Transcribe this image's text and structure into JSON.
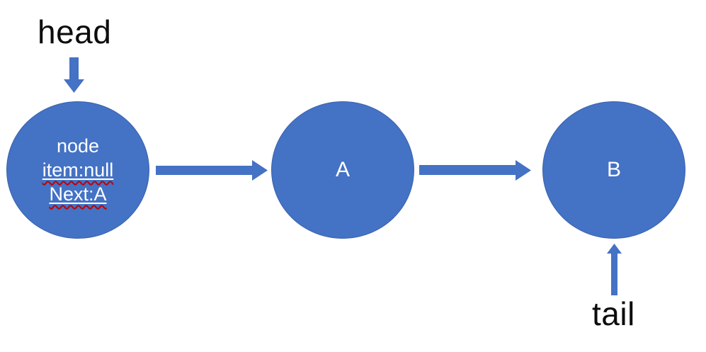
{
  "diagram": {
    "type": "linked-list",
    "background": "#ffffff",
    "labels": {
      "head": "head",
      "tail": "tail"
    },
    "nodes": [
      {
        "id": "head-node",
        "lines": [
          {
            "text": "node",
            "spell_error": false
          },
          {
            "text": "item:null",
            "spell_error": true
          },
          {
            "text": "Next:A",
            "spell_error": true
          }
        ]
      },
      {
        "id": "node-a",
        "label": "A"
      },
      {
        "id": "node-b",
        "label": "B"
      }
    ],
    "arrows": [
      {
        "name": "head-pointer",
        "direction": "down",
        "from": "head-label",
        "to": "head-node"
      },
      {
        "name": "link-1",
        "direction": "right",
        "from": "head-node",
        "to": "node-a"
      },
      {
        "name": "link-2",
        "direction": "right",
        "from": "node-a",
        "to": "node-b"
      },
      {
        "name": "tail-pointer",
        "direction": "up",
        "from": "tail-label",
        "to": "node-b"
      }
    ],
    "colors": {
      "node_fill": "#4472C4",
      "node_stroke": "#3A62AF",
      "node_text": "#FFFFFF",
      "arrow": "#4472C4",
      "label_text": "#0D0D0D",
      "spellcheck_underline": "#C00000"
    }
  }
}
